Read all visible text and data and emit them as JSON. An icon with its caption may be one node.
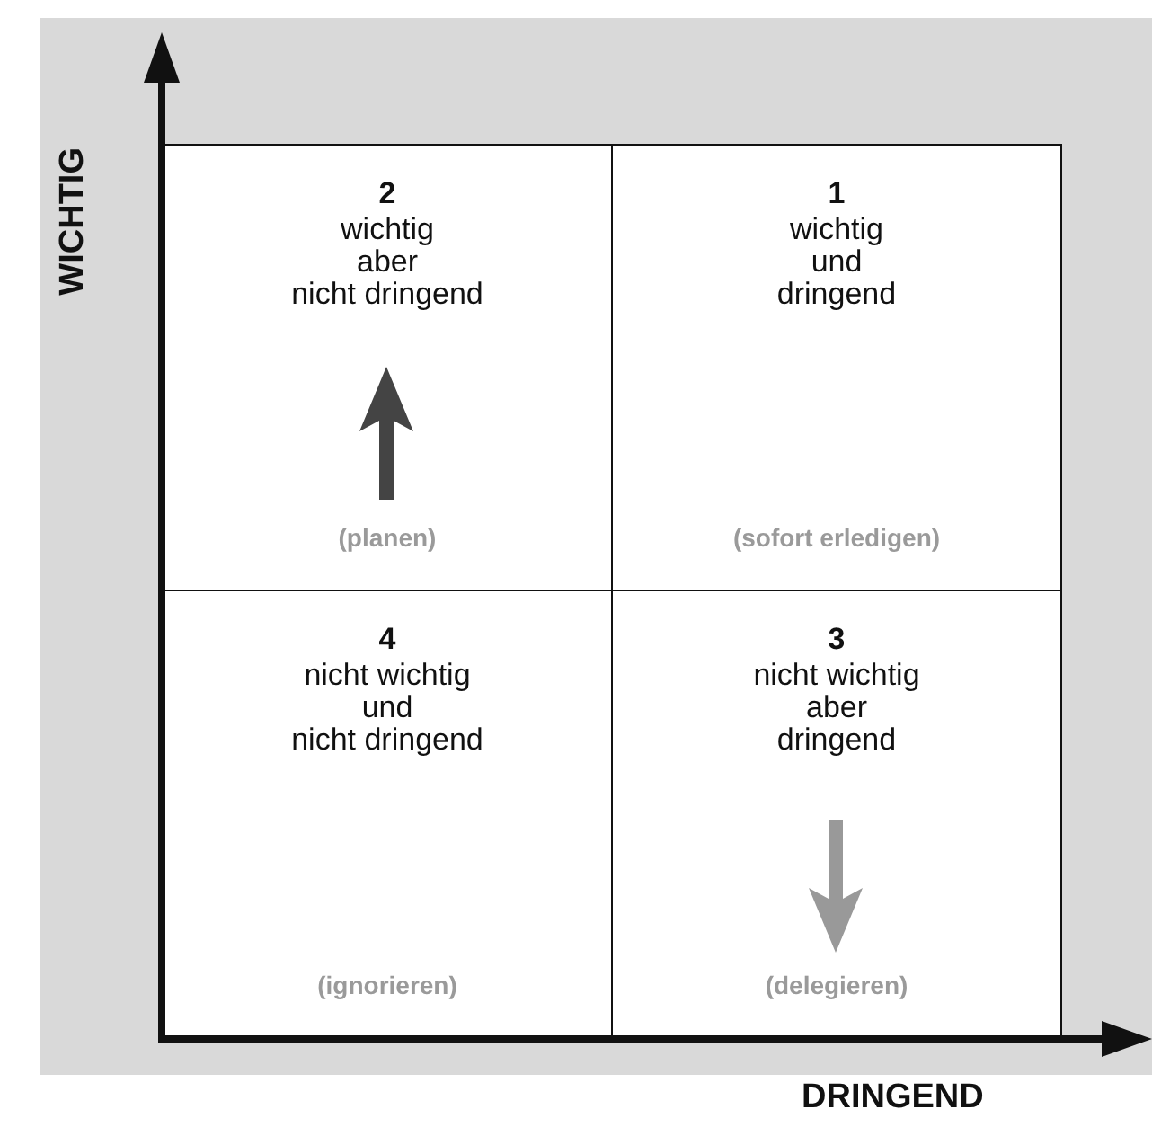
{
  "diagram": {
    "nodes": [
      {
        "text": [
          "2",
          "wichtig aber nicht dringend",
          "(planen)"
        ]
      },
      {
        "text": [
          "1",
          "wichtig und dringend",
          "(sofort erledigen)"
        ]
      },
      {
        "text": [
          "4",
          "nicht wichtig und nicht dringend",
          "(ignorieren)"
        ]
      },
      {
        "text": [
          "3",
          "nicht wichtig aber dringend",
          "(delegieren)"
        ]
      }
    ],
    "labels": [
      "WICHTIG",
      "DRINGEND"
    ]
  }
}
